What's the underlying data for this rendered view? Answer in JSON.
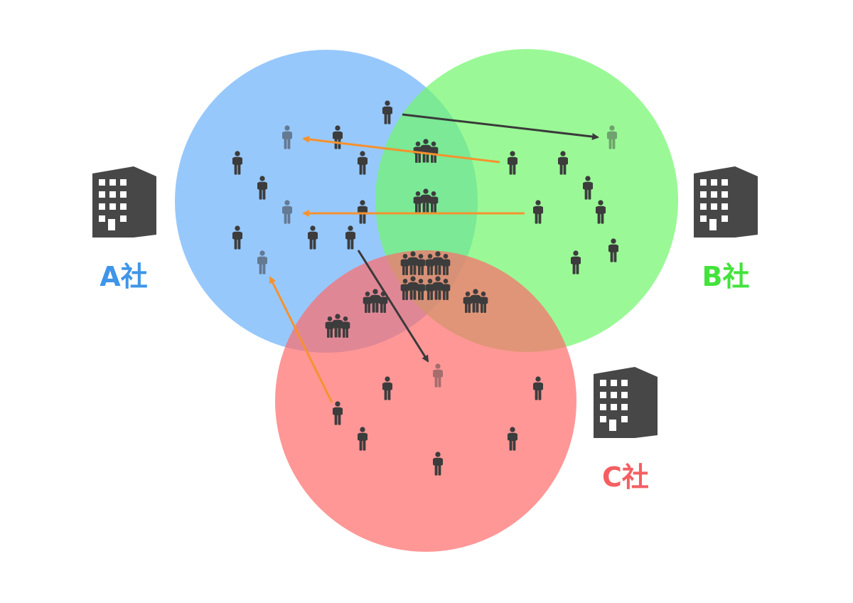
{
  "companies": [
    {
      "id": "a",
      "label": "A社",
      "color": "#3f95e8",
      "fill": "#7ab8fb"
    },
    {
      "id": "b",
      "label": "B社",
      "color": "#44e23c",
      "fill": "#6ff76a"
    },
    {
      "id": "c",
      "label": "C社",
      "color": "#f45f62",
      "fill": "#ff6b6b"
    }
  ],
  "colors": {
    "person": "#3c3c3c",
    "building": "#474747",
    "arrow_dark": "#3a3a3a",
    "arrow_orange": "#f5922e"
  },
  "icons": {
    "building": "office-building-icon",
    "person": "person-icon",
    "group": "people-group-icon"
  }
}
